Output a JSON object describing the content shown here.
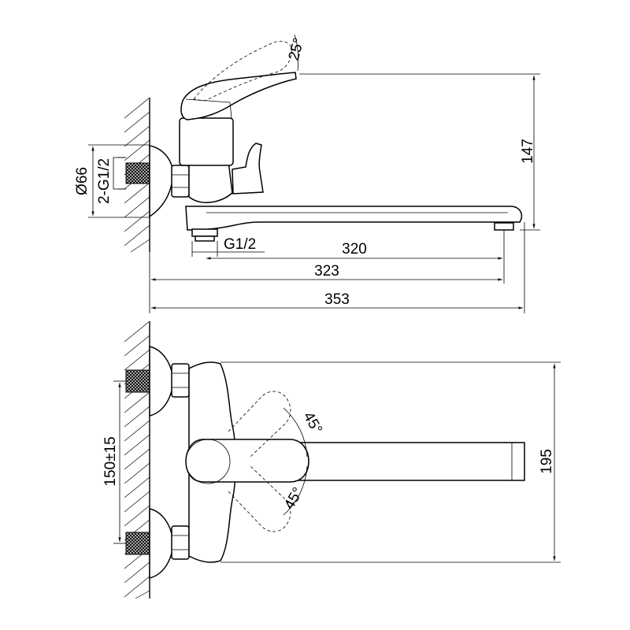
{
  "side_view": {
    "dimensions": {
      "flange_diameter": "Ø66",
      "inlet_thread": "2-G1/2",
      "angle_lever_tilt": "25°",
      "height": "147",
      "outlet_thread": "G1/2",
      "spout_reach": "320",
      "axis_to_outlet": "323",
      "overall_length": "353"
    }
  },
  "front_view": {
    "dimensions": {
      "inlet_spacing": "150±15",
      "angle_upper": "45°",
      "angle_lower": "45°",
      "spout_swivel": "195"
    }
  }
}
